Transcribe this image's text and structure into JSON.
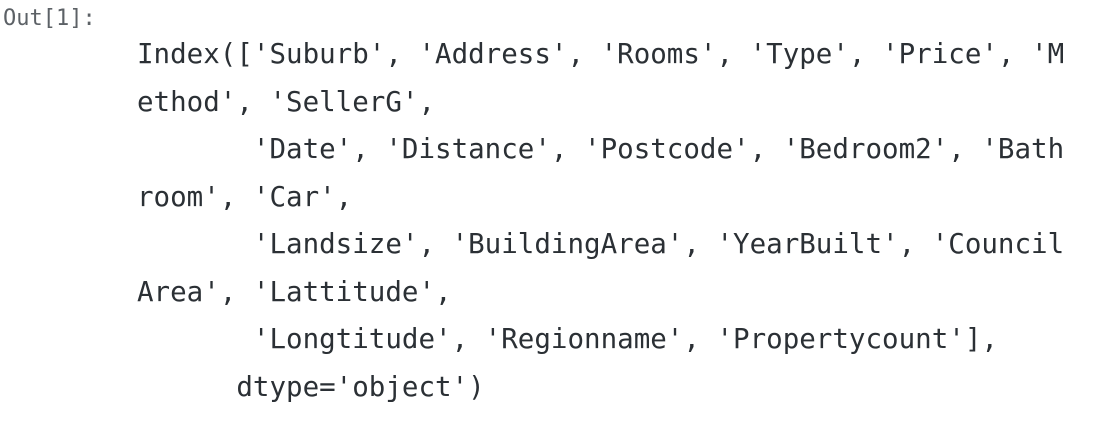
{
  "cell": {
    "prompt_label": "Out[1]:",
    "prompt_color": "#5c6166",
    "text_color": "#2b3035",
    "background_color": "#ffffff",
    "output_lines": [
      "Index(['Suburb', 'Address', 'Rooms', 'Type', 'Price', 'M",
      "ethod', 'SellerG',",
      "       'Date', 'Distance', 'Postcode', 'Bedroom2', 'Bath",
      "room', 'Car',",
      "       'Landsize', 'BuildingArea', 'YearBuilt', 'Council",
      "Area', 'Lattitude',",
      "       'Longtitude', 'Regionname', 'Propertycount'],",
      "      dtype='object')"
    ],
    "index_values": [
      "Suburb",
      "Address",
      "Rooms",
      "Type",
      "Price",
      "Method",
      "SellerG",
      "Date",
      "Distance",
      "Postcode",
      "Bedroom2",
      "Bathroom",
      "Car",
      "Landsize",
      "BuildingArea",
      "YearBuilt",
      "CouncilArea",
      "Lattitude",
      "Longtitude",
      "Regionname",
      "Propertycount"
    ],
    "dtype": "object"
  }
}
